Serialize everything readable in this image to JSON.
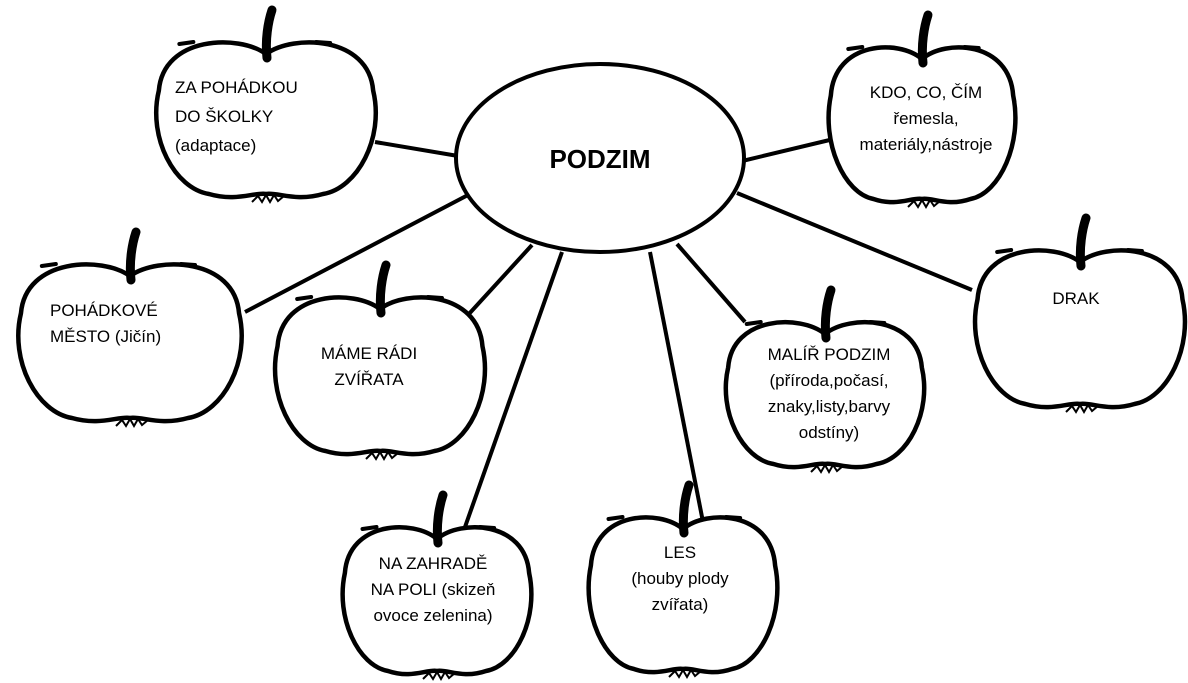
{
  "center": {
    "label": "PODZIM"
  },
  "topics": {
    "za_pohadkou": {
      "lines": [
        "ZA POHÁDKOU",
        "DO ŠKOLKY",
        "(adaptace)"
      ]
    },
    "kdo_co_cim": {
      "lines": [
        "KDO, CO, ČÍM",
        "řemesla,",
        "materiály,nástroje"
      ]
    },
    "pohadkove_mesto": {
      "lines": [
        "POHÁDKOVÉ",
        "MĚSTO (Jičín)"
      ]
    },
    "mame_radi_zvirata": {
      "lines": [
        "MÁME RÁDI",
        "ZVÍŘATA"
      ]
    },
    "malir_podzim": {
      "lines": [
        "MALÍŘ PODZIM",
        "(příroda,počasí,",
        "znaky,listy,barvy",
        "odstíny)"
      ]
    },
    "drak": {
      "lines": [
        "DRAK"
      ]
    },
    "na_zahrade": {
      "lines": [
        "NA ZAHRADĚ",
        "NA POLI (skizeň",
        "ovoce zelenina)"
      ]
    },
    "les": {
      "lines": [
        "LES",
        "(houby plody",
        "zvířata)"
      ]
    }
  }
}
